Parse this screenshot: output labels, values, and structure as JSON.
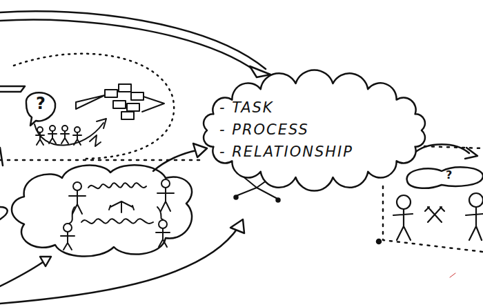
{
  "diagram": {
    "nodes": [
      {
        "text": [
          "- TASK",
          "- PROCESS",
          "- RELATIONSHIP"
        ]
      }
    ],
    "labels": [
      "?",
      "?"
    ]
  }
}
